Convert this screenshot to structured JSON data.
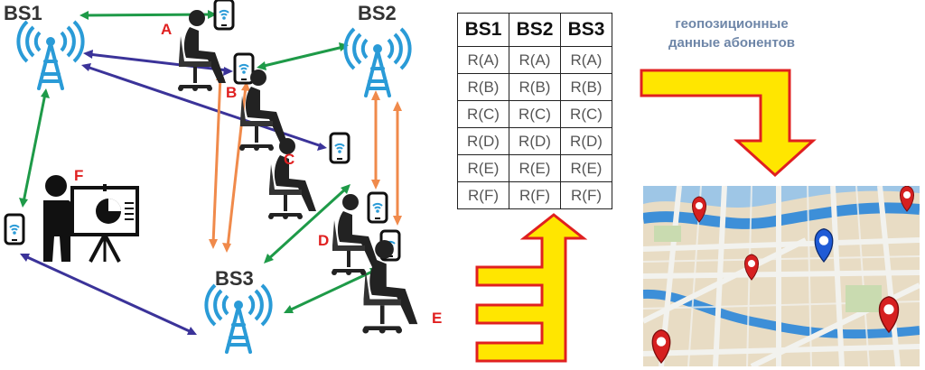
{
  "stations": {
    "bs1": "BS1",
    "bs2": "BS2",
    "bs3": "BS3"
  },
  "subscribers": {
    "a": "A",
    "b": "B",
    "c": "C",
    "d": "D",
    "e": "E",
    "f": "F"
  },
  "table": {
    "headers": [
      "BS1",
      "BS2",
      "BS3"
    ],
    "rows": [
      [
        "R(A)",
        "R(A)",
        "R(A)"
      ],
      [
        "R(B)",
        "R(B)",
        "R(B)"
      ],
      [
        "R(C)",
        "R(C)",
        "R(C)"
      ],
      [
        "R(D)",
        "R(D)",
        "R(D)"
      ],
      [
        "R(E)",
        "R(E)",
        "R(E)"
      ],
      [
        "R(F)",
        "R(F)",
        "R(F)"
      ]
    ]
  },
  "geo_caption": {
    "line1": "геопозиционные",
    "line2": "данные абонентов"
  },
  "colors": {
    "tower": "#2a9bd7",
    "link_green": "#1e9a48",
    "link_purple": "#3b3399",
    "link_orange": "#f08a4b",
    "label_red": "#e02020",
    "geo_text": "#6e86a8",
    "arrow_fill": "#ffe600",
    "arrow_outline": "#e02020",
    "map_water": "#3d8fd8",
    "map_road": "#f2f2ee",
    "map_block": "#e8dcc4",
    "pin_red": "#d62020",
    "pin_blue": "#1f5bd6"
  }
}
